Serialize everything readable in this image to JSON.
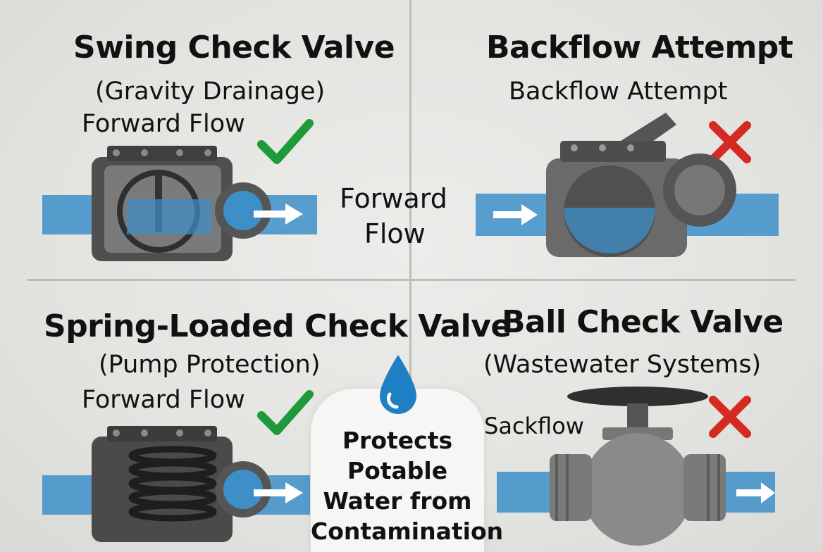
{
  "panels": {
    "swing": {
      "title": "Swing Check Valve",
      "subtitle": "(Gravity Drainage)",
      "flow_label": "Forward Flow",
      "status_icon": "check-icon"
    },
    "backflow": {
      "title": "Backflow Attempt",
      "subtitle": "Backflow Attempt",
      "status_icon": "cross-icon"
    },
    "spring": {
      "title": "Spring-Loaded Check Valve",
      "subtitle": "(Pump Protection)",
      "flow_label": "Forward Flow",
      "status_icon": "check-icon"
    },
    "ball": {
      "title": "Ball Check Valve",
      "subtitle": "(Wastewater Systems)",
      "flow_label": "Sackflow",
      "status_icon": "cross-icon"
    }
  },
  "center": {
    "flow_line1": "Forward",
    "flow_line2": "Flow",
    "protect_lines": [
      "Protects",
      "Potable",
      "Water from",
      "Contamination"
    ],
    "icon": "water-drop-icon"
  },
  "colors": {
    "water": "#3d8fc8",
    "check": "#1f9a3a",
    "cross": "#d42a22",
    "metal": "#5c5c5c"
  }
}
